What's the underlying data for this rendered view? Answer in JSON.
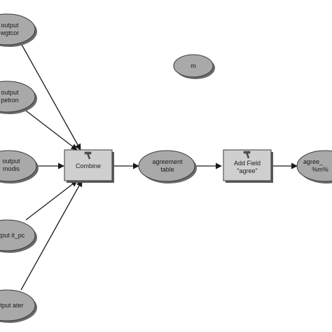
{
  "nodes": {
    "output_wgtcor": {
      "lines": [
        "output",
        "wgtcor"
      ]
    },
    "output_petron": {
      "lines": [
        "output",
        "petron"
      ]
    },
    "output_modis": {
      "lines": [
        "output",
        "modis"
      ]
    },
    "output_it_pc": {
      "lines": [
        "output it_pc"
      ]
    },
    "output_ater": {
      "lines": [
        "output ater"
      ]
    },
    "combine": {
      "lines": [
        "Combine"
      ]
    },
    "agreement_table": {
      "lines": [
        "agreement",
        "table"
      ]
    },
    "add_field": {
      "lines": [
        "Add Field",
        "\"agree\""
      ]
    },
    "agree_out": {
      "lines": [
        "agree_",
        "%m%"
      ]
    },
    "m_param": {
      "lines": [
        "m"
      ]
    }
  },
  "colors": {
    "ellipse_fill": "#a9a9a9",
    "box_fill": "#cfcfcf",
    "edge": "#1a1a1a"
  },
  "icons": {
    "combine": "hammer-icon",
    "add_field": "hammer-icon"
  }
}
